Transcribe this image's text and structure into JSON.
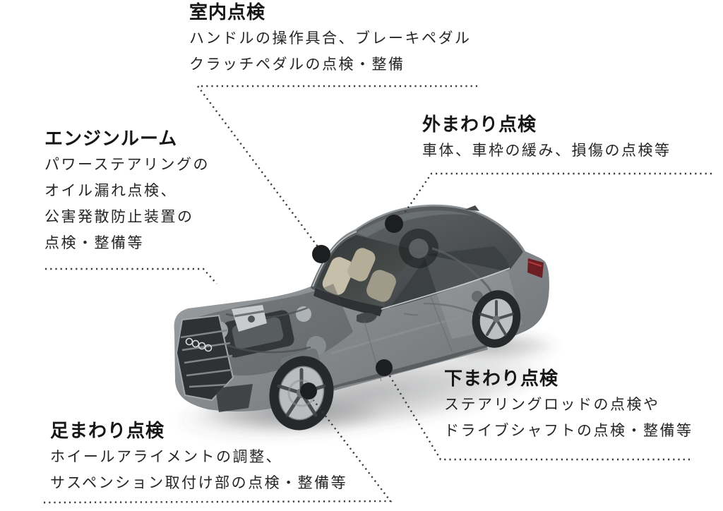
{
  "labels": {
    "interior": {
      "title": "室内点検",
      "lines": [
        "ハンドルの操作具合、ブレーキペダル",
        "クラッチペダルの点検・整備"
      ]
    },
    "engine_room": {
      "title": "エンジンルーム",
      "lines": [
        "パワーステアリングの",
        "オイル漏れ点検、",
        "公害発散防止装置の",
        "点検・整備等"
      ]
    },
    "exterior": {
      "title": "外まわり点検",
      "lines": [
        "車体、車枠の緩み、損傷の点検等"
      ]
    },
    "underbody": {
      "title": "下まわり点検",
      "lines": [
        "ステアリングロッドの点検や",
        "ドライブシャフトの点検・整備等"
      ]
    },
    "suspension": {
      "title": "足まわり点検",
      "lines": [
        "ホイールアライメントの調整、",
        "サスペンション取付け部の点検・整備等"
      ]
    }
  },
  "colors": {
    "background": "#ffffff",
    "title_text": "#161616",
    "body_text": "#262626",
    "callout_line": "#3b3b3b",
    "callout_dot": "#1d1e20",
    "car_body": "#8f9395",
    "car_roof": "#4e5254",
    "glass": "#383c3e",
    "interior_seats": "#c6c0ab",
    "wheel_rim": "#bcc0c2",
    "taillight": "#6d1e23"
  }
}
